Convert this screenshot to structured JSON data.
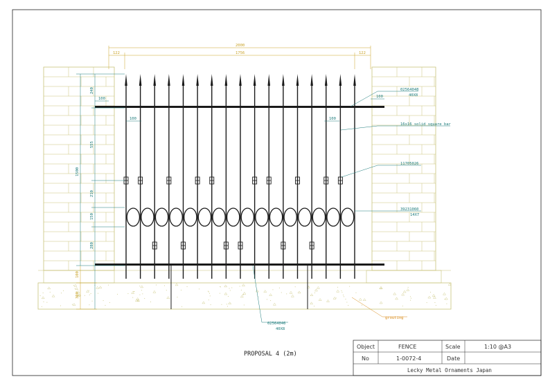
{
  "drawing_title": "PROPOSAL 4 (2m)",
  "title_block": {
    "object_label": "Object",
    "object_value": "FENCE",
    "scale_label": "Scale",
    "scale_value": "1:10 @A3",
    "no_label": "No",
    "no_value": "1-0072-4",
    "date_label": "Date",
    "date_value": "",
    "company": "Lecky Metal Ornaments Japan"
  },
  "dimensions": {
    "overall_width": "2000",
    "inner_width": "1756",
    "left_offset": "122",
    "right_offset": "122",
    "spacing_left": "100",
    "spacing_right": "100",
    "spacing_mid_left": "100",
    "spacing_mid_right": "100",
    "height_total": "1500",
    "height_top": "240",
    "height_upper": "555",
    "height_collar": "210",
    "height_ring": "150",
    "height_lower": "280",
    "below_rail": "100",
    "footing": "300"
  },
  "callouts": {
    "top_rail_code": "02564048",
    "top_rail_size": "40X8",
    "bar_desc": "16x16 solid square bar",
    "collar_code": "11705026",
    "ring_code": "39231060",
    "ring_size": "14X7",
    "bottom_rail_code": "02564046",
    "bottom_rail_size": "40X8",
    "grouting": "grouting"
  },
  "colors": {
    "brick": "#c9c47a",
    "steel": "#1a1a1a",
    "dimension": "#1a7a7a",
    "overall_dimension": "#c9a227",
    "concrete": "#c9c47a",
    "grouting_leader": "#d98c1a"
  }
}
